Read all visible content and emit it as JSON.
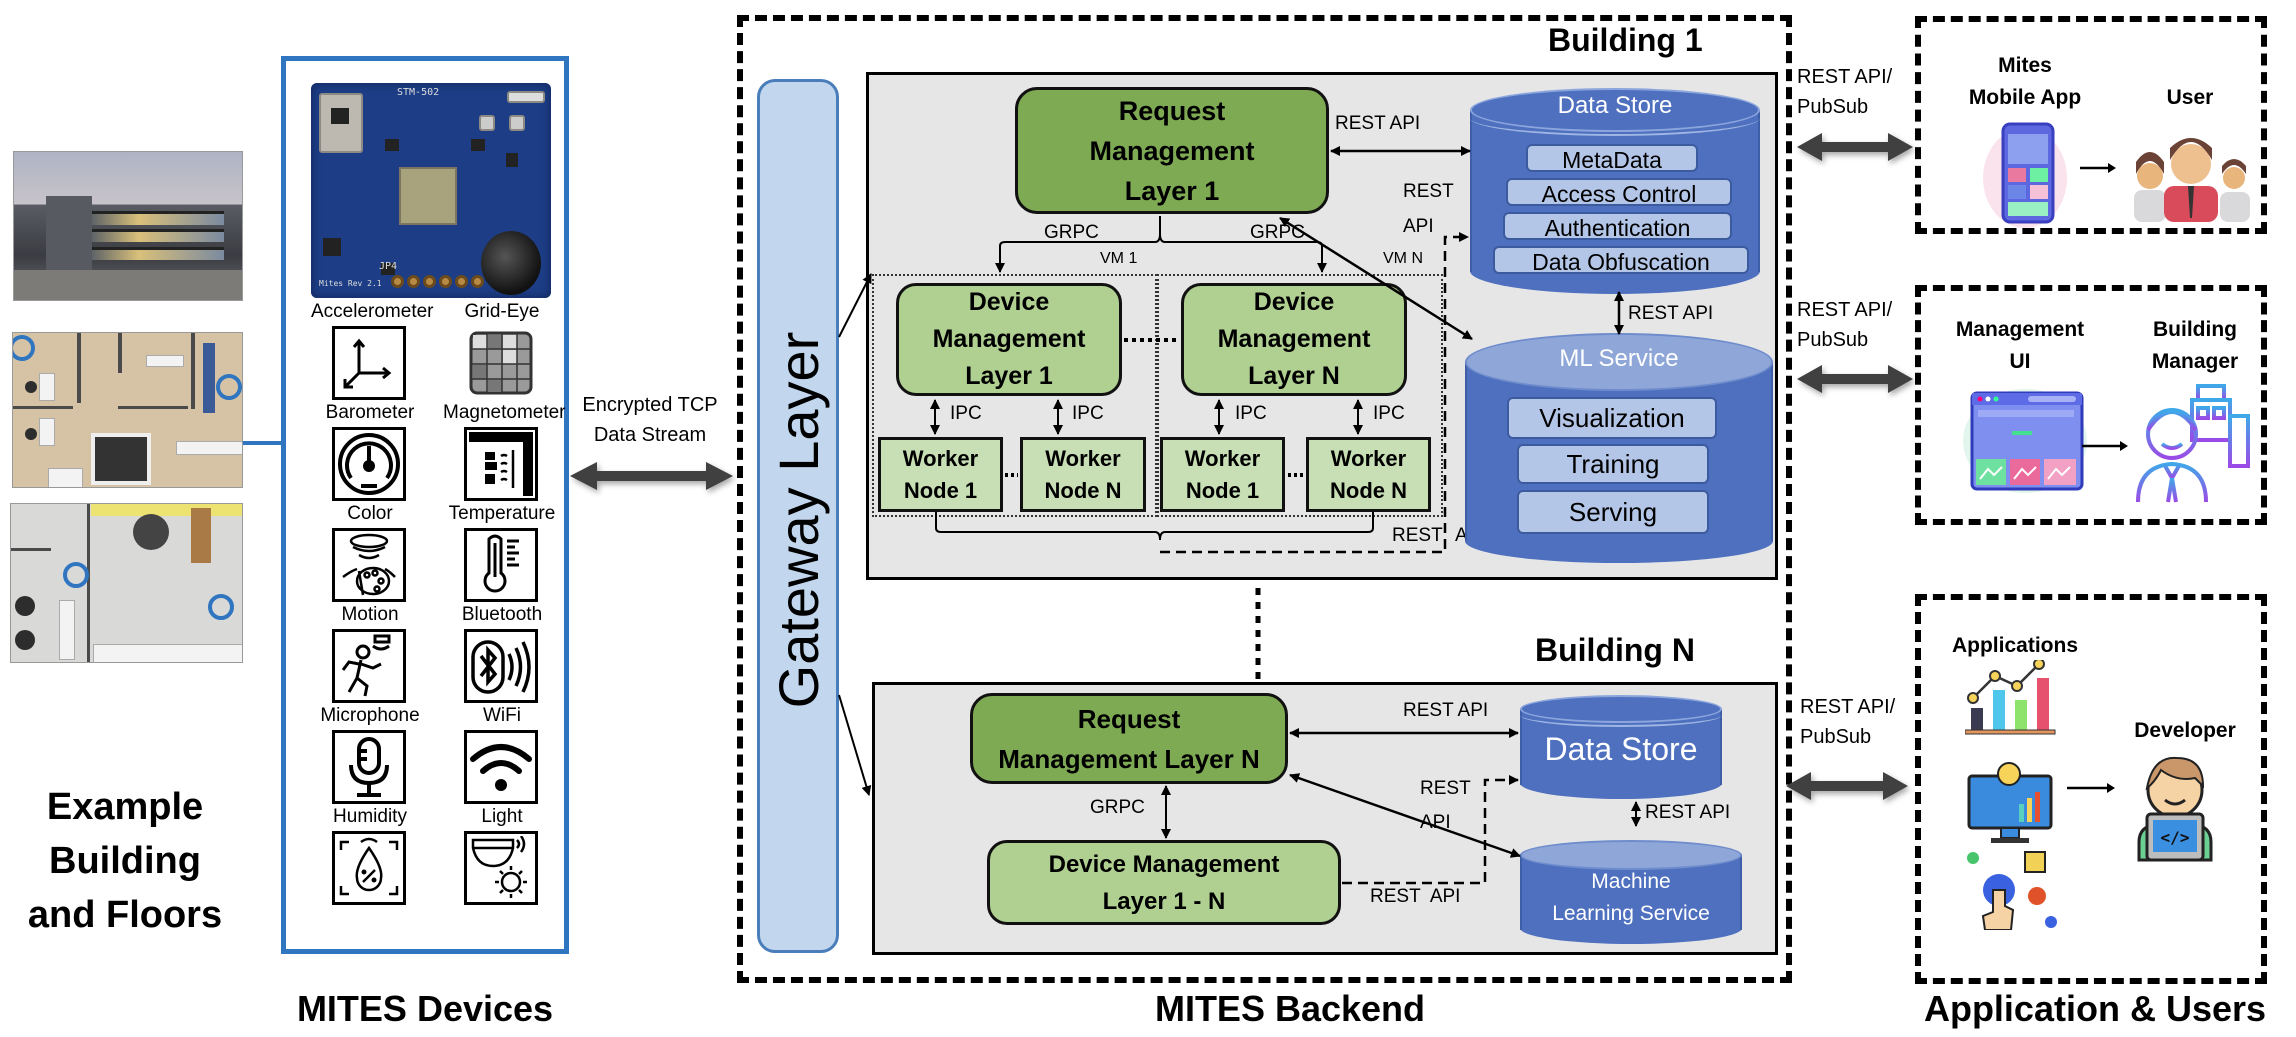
{
  "left": {
    "caption_lines": [
      "Example",
      "Building",
      "and Floors"
    ],
    "images": [
      {
        "name": "building-exterior-photo",
        "kind": "photo"
      },
      {
        "name": "floor-plan-1",
        "kind": "floor-plan",
        "sensor_markers": 2
      },
      {
        "name": "floor-plan-2",
        "kind": "floor-plan",
        "sensor_markers": 2
      }
    ]
  },
  "devices": {
    "caption": "MITES Devices",
    "board_silkscreen": [
      "STM-502",
      "Mites Rev 2.1",
      "JP4"
    ],
    "sensors": [
      {
        "label": "Accelerometer",
        "icon": "accelerometer-axes-icon"
      },
      {
        "label": "Grid-Eye",
        "icon": "grid-eye-thermal-grid-icon"
      },
      {
        "label": "Barometer",
        "icon": "barometer-gauge-icon"
      },
      {
        "label": "Magnetometer",
        "icon": "magnetometer-icon"
      },
      {
        "label": "Color",
        "icon": "color-palette-sensor-icon"
      },
      {
        "label": "Temperature",
        "icon": "thermometer-icon"
      },
      {
        "label": "Motion",
        "icon": "motion-person-icon"
      },
      {
        "label": "Bluetooth",
        "icon": "bluetooth-icon"
      },
      {
        "label": "Microphone",
        "icon": "microphone-icon"
      },
      {
        "label": "WiFi",
        "icon": "wifi-icon"
      },
      {
        "label": "Humidity",
        "icon": "humidity-drop-icon"
      },
      {
        "label": "Light",
        "icon": "light-sun-icon"
      }
    ]
  },
  "link_devices_backend": {
    "label_lines": [
      "Encrypted TCP",
      "Data Stream"
    ]
  },
  "backend": {
    "caption": "MITES Backend",
    "gateway_label": "Gateway Layer",
    "building1": {
      "title": "Building 1",
      "request_mgmt_lines": [
        "Request",
        "Management",
        "Layer 1"
      ],
      "grpc_labels": [
        "GRPC",
        "GRPC"
      ],
      "vm_labels": [
        "VM 1",
        "VM N"
      ],
      "device_mgmt": [
        {
          "lines": [
            "Device",
            "Management",
            "Layer 1"
          ]
        },
        {
          "lines": [
            "Device",
            "Management",
            "Layer N"
          ]
        }
      ],
      "ipc_label": "IPC",
      "workers": [
        {
          "lines": [
            "Worker",
            "Node 1"
          ]
        },
        {
          "lines": [
            "Worker",
            "Node N"
          ]
        },
        {
          "lines": [
            "Worker",
            "Node 1"
          ]
        },
        {
          "lines": [
            "Worker",
            "Node N"
          ]
        }
      ],
      "rest_api_top": "REST API",
      "rest_api_mid_lines": [
        "REST",
        "API"
      ],
      "rest_api_ds_ml": "REST API",
      "rest_api_bottom": [
        "REST",
        "API"
      ],
      "data_store": {
        "title": "Data Store",
        "items": [
          "MetaData",
          "Access Control",
          "Authentication",
          "Data Obfuscation"
        ]
      },
      "ml_service": {
        "title": "ML Service",
        "items": [
          "Visualization",
          "Training",
          "Serving"
        ]
      }
    },
    "buildingN": {
      "title": "Building N",
      "request_mgmt_lines": [
        "Request",
        "Management Layer N"
      ],
      "device_mgmt_lines": [
        "Device Management",
        "Layer 1 - N"
      ],
      "grpc_label": "GRPC",
      "rest_api_top": "REST API",
      "rest_api_mid_lines": [
        "REST",
        "API"
      ],
      "rest_api_bottom": "REST  API",
      "rest_api_ds_ml": "REST API",
      "data_store_title": "Data Store",
      "ml_title_lines": [
        "Machine",
        "Learning Service"
      ]
    }
  },
  "apps": {
    "caption": "Application & Users",
    "link_label_lines": [
      "REST API/",
      "PubSub"
    ],
    "panels": [
      {
        "left_title_lines": [
          "Mites",
          "Mobile App"
        ],
        "right_title_lines": [
          "User"
        ],
        "left_icon": "mobile-app-icon",
        "right_icon": "users-group-icon"
      },
      {
        "left_title_lines": [
          "Management",
          "UI"
        ],
        "right_title_lines": [
          "Building",
          "Manager"
        ],
        "left_icon": "dashboard-ui-icon",
        "right_icon": "building-manager-icon"
      },
      {
        "left_title_lines": [
          "Applications"
        ],
        "right_title_lines": [
          "Developer"
        ],
        "left_icon": "analytics-apps-icon",
        "right_icon": "developer-icon"
      }
    ]
  },
  "colors": {
    "device_border": "#2f75c0",
    "gateway_fill": "#c2d7ee",
    "request_mgmt_fill": "#7faa54",
    "device_mgmt_fill": "#b0d092",
    "worker_fill": "#c8dfb6",
    "building_fill": "#e7e6e6",
    "cylinder_fill": "#4e70bf",
    "pill_fill": "#b4c6e7"
  }
}
